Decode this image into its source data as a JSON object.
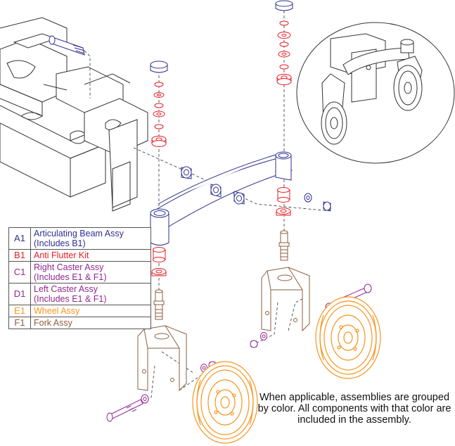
{
  "legend": [
    {
      "code": "A1",
      "lines": [
        "Articulating Beam Assy",
        "(Includes B1)"
      ],
      "color": "#2e3192"
    },
    {
      "code": "B1",
      "lines": [
        "Anti Flutter Kit"
      ],
      "color": "#ed1c24"
    },
    {
      "code": "C1",
      "lines": [
        "Right Caster Assy",
        "(Includes E1 & F1)"
      ],
      "color": "#92278f"
    },
    {
      "code": "D1",
      "lines": [
        "Left Caster Assy",
        "(Includes E1 & F1)"
      ],
      "color": "#92278f"
    },
    {
      "code": "E1",
      "lines": [
        "Wheel Assy"
      ],
      "color": "#f7941d"
    },
    {
      "code": "F1",
      "lines": [
        "Fork Assy"
      ],
      "color": "#8b5e3c"
    }
  ],
  "note": "When applicable, assemblies are grouped by color. All components with that color are included in the assembly."
}
